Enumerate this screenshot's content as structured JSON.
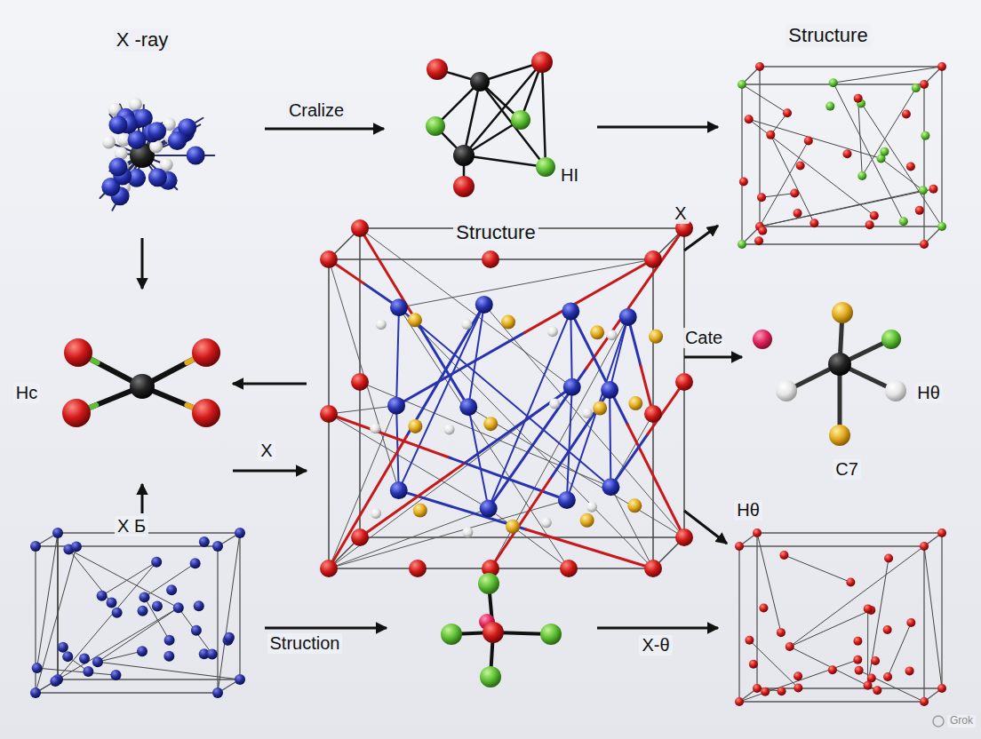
{
  "diagram": {
    "nodes": [
      {
        "text": [
          "X -ray"
        ]
      },
      {
        "text": [
          "HI"
        ]
      },
      {
        "text": [
          "Structure"
        ]
      },
      {
        "text": [
          "Structure"
        ]
      },
      {
        "text": [
          "Hc"
        ]
      },
      {
        "text": [
          "Hθ",
          "C7"
        ]
      },
      {
        "text": [
          "Hθ"
        ]
      }
    ],
    "edges": [
      {
        "from": 0,
        "to": 1,
        "arrow": "to",
        "label": "Cralize"
      },
      {
        "from": 1,
        "to": 2,
        "arrow": "to"
      },
      {
        "from": 0,
        "to": 4,
        "arrow": "to"
      },
      {
        "from": 3,
        "to": 4,
        "arrow": "to"
      },
      {
        "from": 4,
        "to": 3,
        "arrow": "to",
        "label": "X"
      },
      {
        "from": 3,
        "to": 2,
        "arrow": "to",
        "label": "X"
      },
      {
        "from": 3,
        "to": 5,
        "arrow": "to",
        "label": "Cate"
      },
      {
        "from": 3,
        "to": 6,
        "arrow": "to"
      }
    ],
    "labels": [
      "X Б",
      "Struction",
      "X-θ",
      "Grok"
    ]
  }
}
